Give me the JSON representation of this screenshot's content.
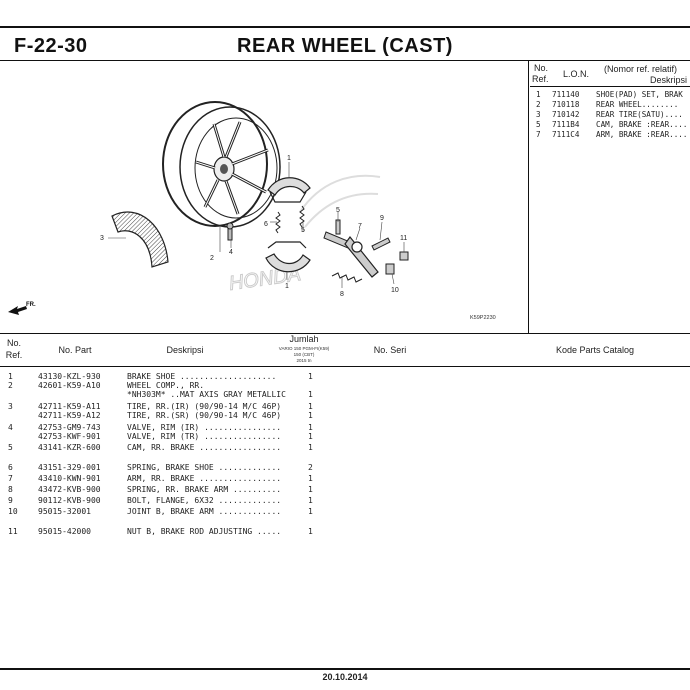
{
  "header": {
    "code": "F-22-30",
    "title": "REAR WHEEL (CAST)"
  },
  "diagram": {
    "code": "K59P2230",
    "callouts": [
      "1",
      "2",
      "3",
      "4",
      "5",
      "6",
      "7",
      "8",
      "9",
      "10",
      "11",
      "1",
      "5"
    ],
    "fr_label": "FR."
  },
  "ref_table": {
    "headers": {
      "no_a": "No.",
      "no_b": "Ref.",
      "lon": "L.O.N.",
      "nomor": "(Nomor ref. relatif)",
      "deskripsi": "Deskripsi"
    },
    "rows": [
      {
        "ref": "1",
        "lon": "711140",
        "desc": "SHOE(PAD) SET, BRAK"
      },
      {
        "ref": "2",
        "lon": "710118",
        "desc": "REAR WHEEL........"
      },
      {
        "ref": "3",
        "lon": "710142",
        "desc": "REAR TIRE(SATU)...."
      },
      {
        "ref": "5",
        "lon": "7111B4",
        "desc": "CAM, BRAKE :REAR...."
      },
      {
        "ref": "7",
        "lon": "7111C4",
        "desc": "ARM, BRAKE :REAR...."
      }
    ]
  },
  "parts_table": {
    "headers": {
      "no_a": "No.",
      "no_b": "Ref.",
      "part": "No. Part",
      "desc": "Deskripsi",
      "jumlah": "Jumlah",
      "jumlah_sub1": "VARIO 150 PGM-FI(K59)",
      "jumlah_sub2": "150 (CBT)",
      "jumlah_sub3": "2015 tn",
      "seri": "No. Seri",
      "catalog": "Kode Parts Catalog"
    },
    "rows": [
      {
        "ref": "1",
        "part": "43130-KZL-930",
        "desc": "BRAKE SHOE ....................",
        "qty": "1"
      },
      {
        "ref": "2",
        "part": "42601-K59-A10",
        "desc": "WHEEL COMP., RR.",
        "qty": ""
      },
      {
        "ref": "",
        "part": "",
        "desc": "*NH303M* ..MAT AXIS GRAY METALLIC",
        "qty": "1"
      },
      {
        "ref": "3",
        "part": "42711-K59-A11",
        "desc": "TIRE, RR.(IR) (90/90-14 M/C 46P)",
        "qty": "1"
      },
      {
        "ref": "",
        "part": "42711-K59-A12",
        "desc": "TIRE, RR.(SR) (90/90-14 M/C 46P)",
        "qty": "1"
      },
      {
        "ref": "4",
        "part": "42753-GM9-743",
        "desc": "VALVE, RIM (IR) ................",
        "qty": "1"
      },
      {
        "ref": "",
        "part": "42753-KWF-901",
        "desc": "VALVE, RIM (TR) ................",
        "qty": "1"
      },
      {
        "ref": "5",
        "part": "43141-KZR-600",
        "desc": "CAM, RR. BRAKE .................",
        "qty": "1"
      },
      {
        "ref": "6",
        "part": "43151-329-001",
        "desc": "SPRING, BRAKE SHOE .............",
        "qty": "2"
      },
      {
        "ref": "7",
        "part": "43410-KWN-901",
        "desc": "ARM, RR. BRAKE .................",
        "qty": "1"
      },
      {
        "ref": "8",
        "part": "43472-KVB-900",
        "desc": "SPRING, RR. BRAKE ARM ..........",
        "qty": "1"
      },
      {
        "ref": "9",
        "part": "90112-KVB-900",
        "desc": "BOLT, FLANGE, 6X32 .............",
        "qty": "1"
      },
      {
        "ref": "10",
        "part": "95015-32001",
        "desc": "JOINT B, BRAKE ARM .............",
        "qty": "1"
      },
      {
        "ref": "11",
        "part": "95015-42000",
        "desc": "NUT B, BRAKE ROD ADJUSTING .....",
        "qty": "1"
      }
    ]
  },
  "footer": {
    "date": "20.10.2014"
  }
}
